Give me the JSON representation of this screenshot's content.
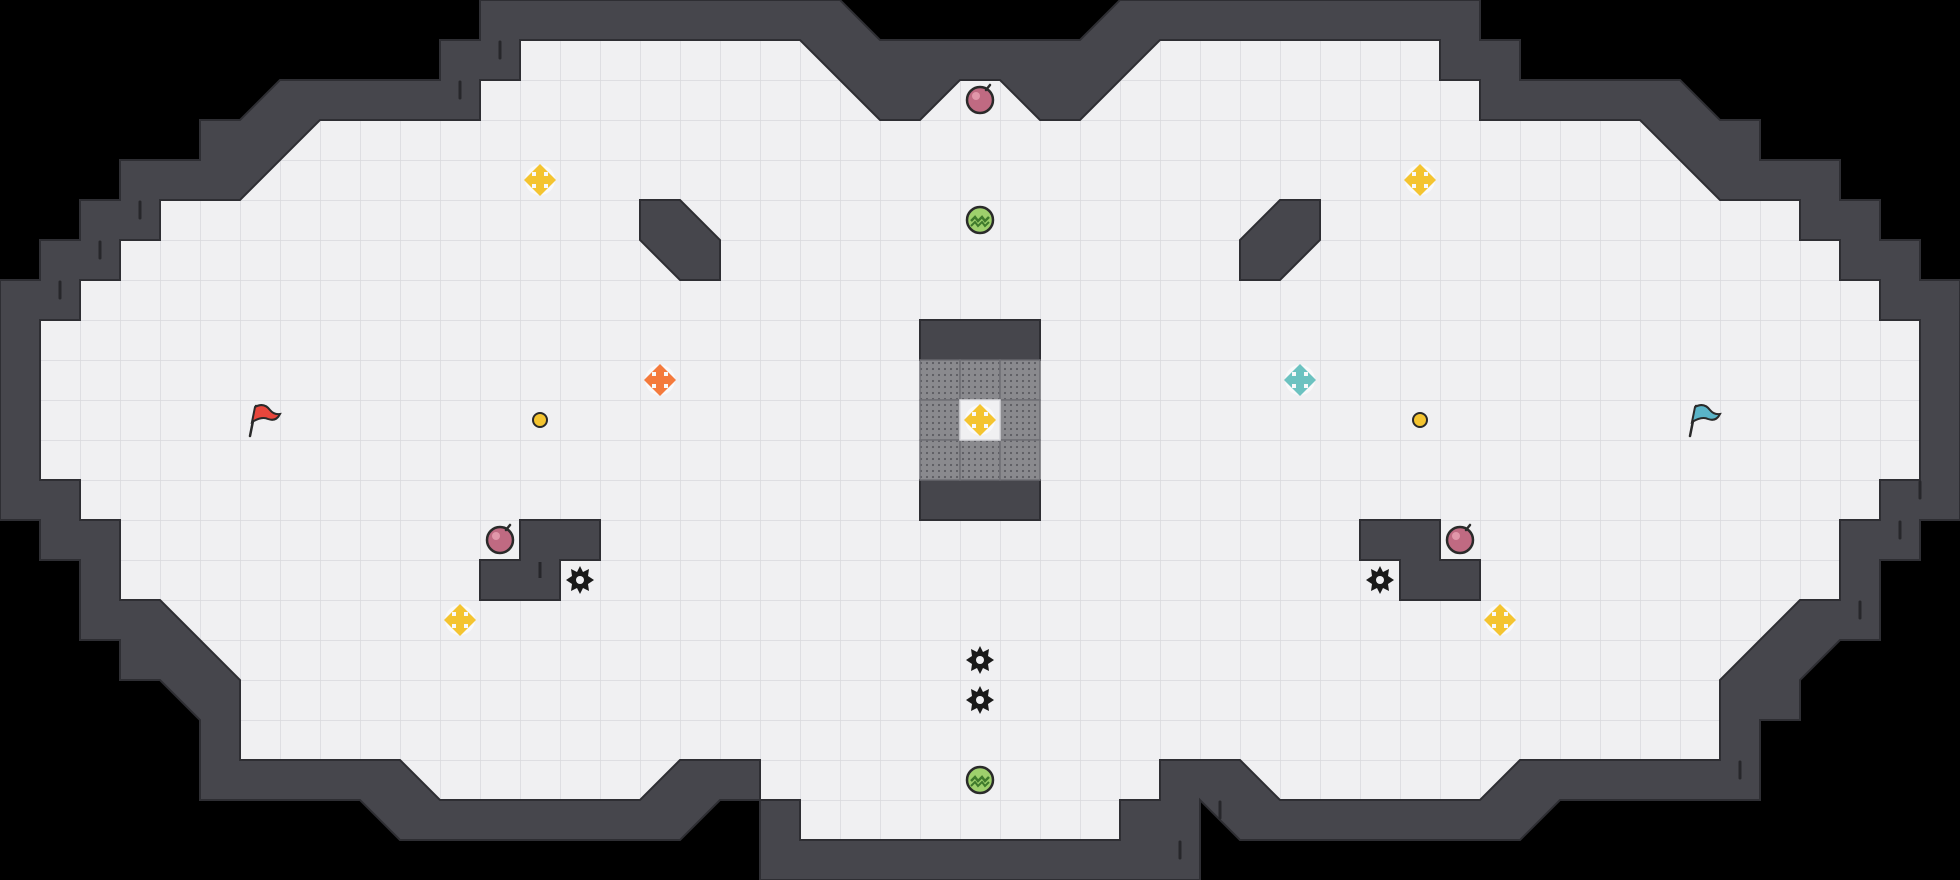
{
  "map": {
    "title": "",
    "colors": {
      "background": "#000000",
      "floor": "#f0f0f2",
      "floor_grid": "#d8d8dc",
      "wall": "#46464c",
      "wall_edge": "#2e2e33",
      "wall_mark": "#26262a",
      "vent": "#8a8a8e",
      "vent_dot": "#5c5c62",
      "neutral_boost": "#f4c430",
      "red_boost": "#f47a3c",
      "blue_boost": "#6cc2c0",
      "red_flag": "#e8463c",
      "blue_flag": "#5ab4c8",
      "bomb": "#c06a82",
      "jukejuice": "#6db44a",
      "spike": "#1a1a1a",
      "button": "#f4c430"
    },
    "objects": [
      {
        "type": "red-flag",
        "icon": "red-flag-icon",
        "interactable": true
      },
      {
        "type": "blue-flag",
        "icon": "blue-flag-icon",
        "interactable": true
      },
      {
        "type": "neutral-boost",
        "icon": "neutral-boost-icon",
        "interactable": true
      },
      {
        "type": "neutral-boost",
        "icon": "neutral-boost-icon",
        "interactable": true
      },
      {
        "type": "neutral-boost",
        "icon": "neutral-boost-icon",
        "interactable": true
      },
      {
        "type": "neutral-boost",
        "icon": "neutral-boost-icon",
        "interactable": true
      },
      {
        "type": "neutral-boost",
        "icon": "neutral-boost-icon",
        "interactable": true
      },
      {
        "type": "red-boost",
        "icon": "red-boost-icon",
        "interactable": true
      },
      {
        "type": "blue-boost",
        "icon": "blue-boost-icon",
        "interactable": true
      },
      {
        "type": "bomb",
        "icon": "bomb-icon",
        "interactable": true
      },
      {
        "type": "bomb",
        "icon": "bomb-icon",
        "interactable": true
      },
      {
        "type": "bomb",
        "icon": "bomb-icon",
        "interactable": true
      },
      {
        "type": "jukejuice",
        "icon": "jukejuice-icon",
        "interactable": true
      },
      {
        "type": "jukejuice",
        "icon": "jukejuice-icon",
        "interactable": true
      },
      {
        "type": "spike",
        "icon": "spike-icon",
        "interactable": false
      },
      {
        "type": "spike",
        "icon": "spike-icon",
        "interactable": false
      },
      {
        "type": "spike",
        "icon": "spike-icon",
        "interactable": false
      },
      {
        "type": "spike",
        "icon": "spike-icon",
        "interactable": false
      },
      {
        "type": "button",
        "icon": "button-icon",
        "interactable": true
      },
      {
        "type": "button",
        "icon": "button-icon",
        "interactable": true
      }
    ]
  }
}
